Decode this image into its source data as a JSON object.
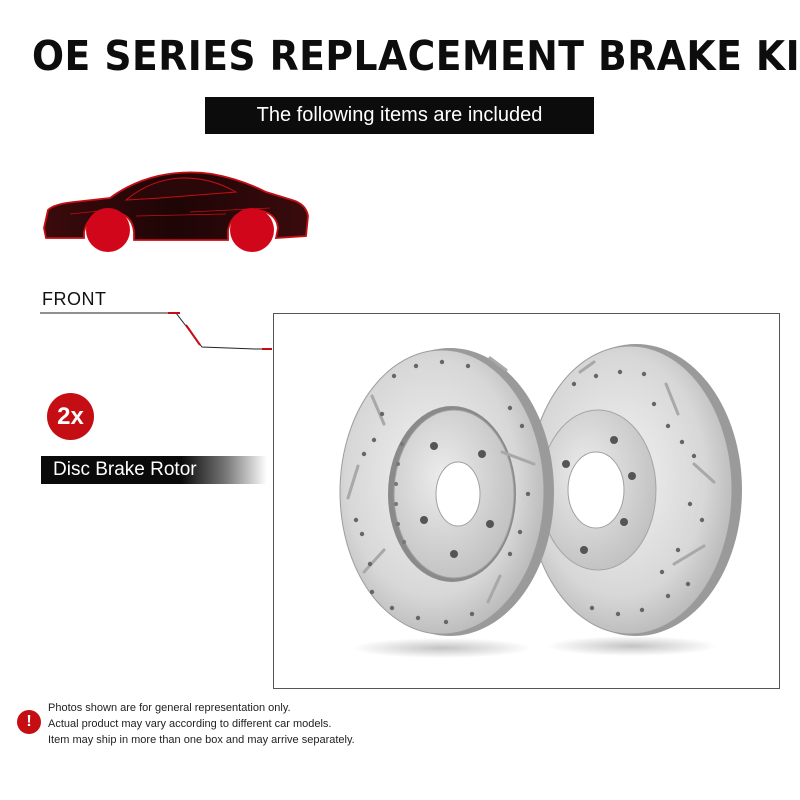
{
  "header": {
    "title": "OE SERIES REPLACEMENT BRAKE KIT",
    "subtitle": "The following items are included"
  },
  "position": {
    "label": "FRONT",
    "car_icon": "car-side-silhouette-icon",
    "highlight_color": "#c40e13"
  },
  "item": {
    "quantity": "2x",
    "name": "Disc Brake Rotor",
    "image": "drilled-slotted-rotor-pair"
  },
  "disclaimer": {
    "icon": "exclamation-icon",
    "lines": [
      "Photos shown are for general representation only.",
      "Actual product may vary according to different car models.",
      "Item may ship in more than one box and may arrive separately."
    ]
  },
  "colors": {
    "accent": "#c40e13",
    "bar": "#0c0c0c"
  }
}
